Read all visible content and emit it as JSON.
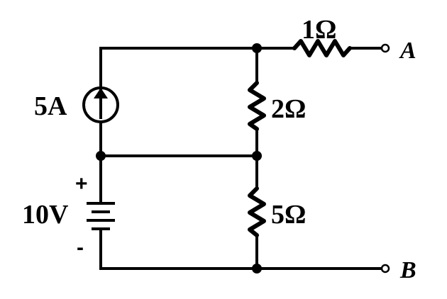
{
  "circuit": {
    "components": {
      "current_source": {
        "label": "5A"
      },
      "voltage_source": {
        "label": "10V",
        "plus": "+",
        "minus": "-"
      },
      "r1": {
        "label": "1Ω"
      },
      "r2": {
        "label": "2Ω"
      },
      "r5": {
        "label": "5Ω"
      }
    },
    "terminals": {
      "a": "A",
      "b": "B"
    }
  },
  "colors": {
    "ink": "#000000",
    "background": "#ffffff"
  }
}
